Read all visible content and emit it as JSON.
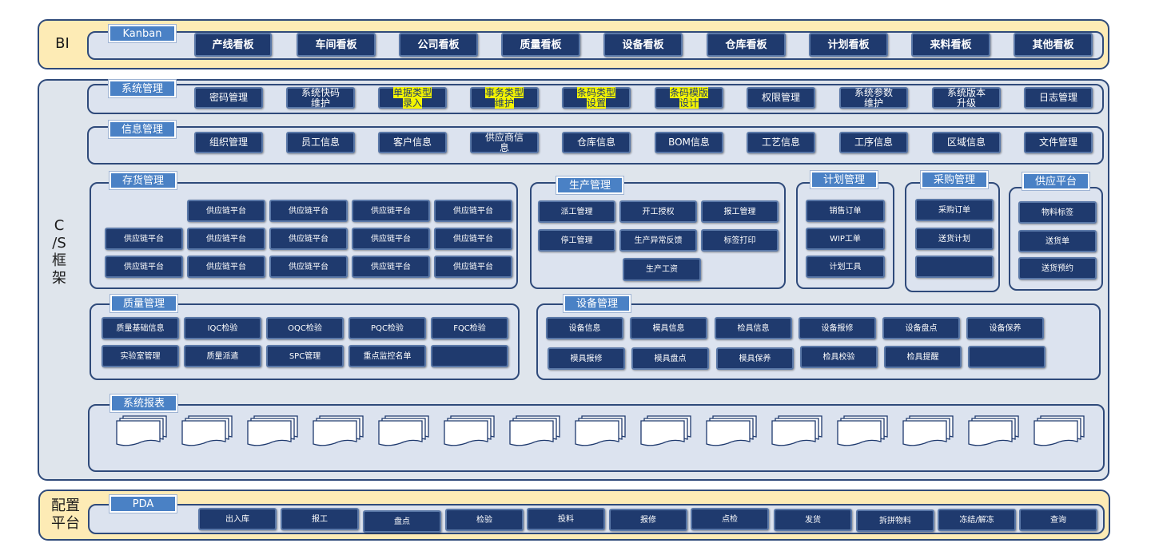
{
  "bi": {
    "label": "BI",
    "title": "Kanban",
    "items": [
      "产线看板",
      "车间看板",
      "公司看板",
      "质量看板",
      "设备看板",
      "仓库看板",
      "计划看板",
      "来料看板",
      "其他看板"
    ]
  },
  "cs": {
    "label_line1": "C",
    "label_line2": "/S",
    "label_line3": "框",
    "label_line4": "架"
  },
  "system_mgmt": {
    "title": "系统管理",
    "items": [
      {
        "l1": "密码管理",
        "l2": ""
      },
      {
        "l1": "系统快码",
        "l2": "维护"
      },
      {
        "l1": "单据类型",
        "l2": "录入"
      },
      {
        "l1": "事务类型",
        "l2": "维护"
      },
      {
        "l1": "条码类型",
        "l2": "设置"
      },
      {
        "l1": "条码模版",
        "l2": "设计"
      },
      {
        "l1": "权限管理",
        "l2": ""
      },
      {
        "l1": "系统参数",
        "l2": "维护"
      },
      {
        "l1": "系统版本",
        "l2": "升级"
      },
      {
        "l1": "日志管理",
        "l2": ""
      }
    ]
  },
  "info_mgmt": {
    "title": "信息管理",
    "items": [
      {
        "l1": "组织管理",
        "l2": ""
      },
      {
        "l1": "员工信息",
        "l2": ""
      },
      {
        "l1": "客户信息",
        "l2": ""
      },
      {
        "l1": "供应商信",
        "l2": "息"
      },
      {
        "l1": "仓库信息",
        "l2": ""
      },
      {
        "l1": "BOM信息",
        "l2": ""
      },
      {
        "l1": "工艺信息",
        "l2": ""
      },
      {
        "l1": "工序信息",
        "l2": ""
      },
      {
        "l1": "区域信息",
        "l2": ""
      },
      {
        "l1": "文件管理",
        "l2": ""
      }
    ]
  },
  "inventory": {
    "title": "存货管理",
    "row1": [
      "供应链平台",
      "供应链平台",
      "供应链平台",
      "供应链平台"
    ],
    "row2": [
      "供应链平台",
      "供应链平台",
      "供应链平台",
      "供应链平台",
      "供应链平台"
    ],
    "row3": [
      "供应链平台",
      "供应链平台",
      "供应链平台",
      "供应链平台",
      "供应链平台"
    ]
  },
  "production": {
    "title": "生产管理",
    "items": [
      "派工管理",
      "开工授权",
      "报工管理",
      "停工管理",
      "生产异常反馈",
      "标签打印",
      "生产工资"
    ]
  },
  "planning": {
    "title": "计划管理",
    "items": [
      "销售订单",
      "WIP工单",
      "计划工具"
    ]
  },
  "purchasing": {
    "title": "采购管理",
    "items": [
      "采购订单",
      "送货计划",
      ""
    ]
  },
  "supply": {
    "title": "供应平台",
    "items": [
      "物料标签",
      "送货单",
      "送货预约"
    ]
  },
  "quality": {
    "title": "质量管理",
    "row1": [
      "质量基础信息",
      "IQC检验",
      "OQC检验",
      "PQC检验",
      "FQC检验"
    ],
    "row2": [
      "实验室管理",
      "质量派遣",
      "SPC管理",
      "重点监控名单",
      ""
    ]
  },
  "equipment": {
    "title": "设备管理",
    "row1": [
      "设备信息",
      "模具信息",
      "检具信息",
      "设备报修",
      "设备盘点",
      "设备保养"
    ],
    "row2": [
      "模具报修",
      "模具盘点",
      "模具保养",
      "检具校验",
      "检具提醒",
      ""
    ]
  },
  "reports": {
    "title": "系统报表"
  },
  "config": {
    "label_line1": "配置",
    "label_line2": "平台",
    "title": "PDA",
    "items": [
      "出入库",
      "报工",
      "盘点",
      "检验",
      "投料",
      "报修",
      "点检",
      "发货",
      "拆拼物料",
      "冻结/解冻",
      "查询"
    ]
  }
}
